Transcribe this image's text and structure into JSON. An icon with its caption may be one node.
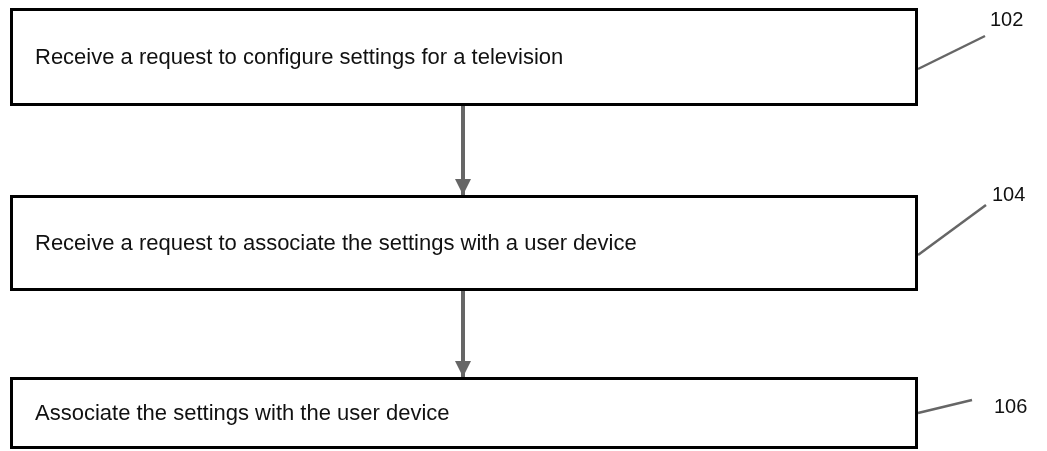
{
  "diagram": {
    "nodes": [
      {
        "text": [
          "Receive a request to configure settings for a television"
        ]
      },
      {
        "text": [
          "Receive a request to associate the settings with a user device"
        ]
      },
      {
        "text": [
          "Associate the settings with the user device"
        ]
      },
      {
        "text": [
          "102"
        ]
      },
      {
        "text": [
          "104"
        ]
      },
      {
        "text": [
          "106"
        ]
      }
    ],
    "edges": [
      {
        "from": 0,
        "to": 1,
        "arrow": "to"
      },
      {
        "from": 1,
        "to": 2,
        "arrow": "to"
      },
      {
        "from": 3,
        "to": 0,
        "arrow": "none"
      },
      {
        "from": 4,
        "to": 1,
        "arrow": "none"
      },
      {
        "from": 5,
        "to": 2,
        "arrow": "none"
      }
    ]
  }
}
